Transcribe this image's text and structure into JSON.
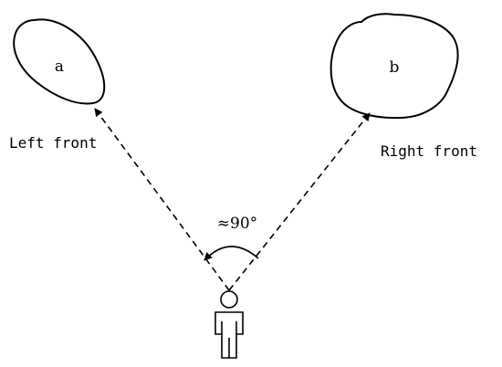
{
  "objects": {
    "a": {
      "label": "a"
    },
    "b": {
      "label": "b"
    }
  },
  "directions": {
    "left": "Left front",
    "right": "Right front"
  },
  "angle": {
    "label": "≈90°"
  },
  "colors": {
    "stroke": "#000000",
    "background": "#ffffff"
  }
}
